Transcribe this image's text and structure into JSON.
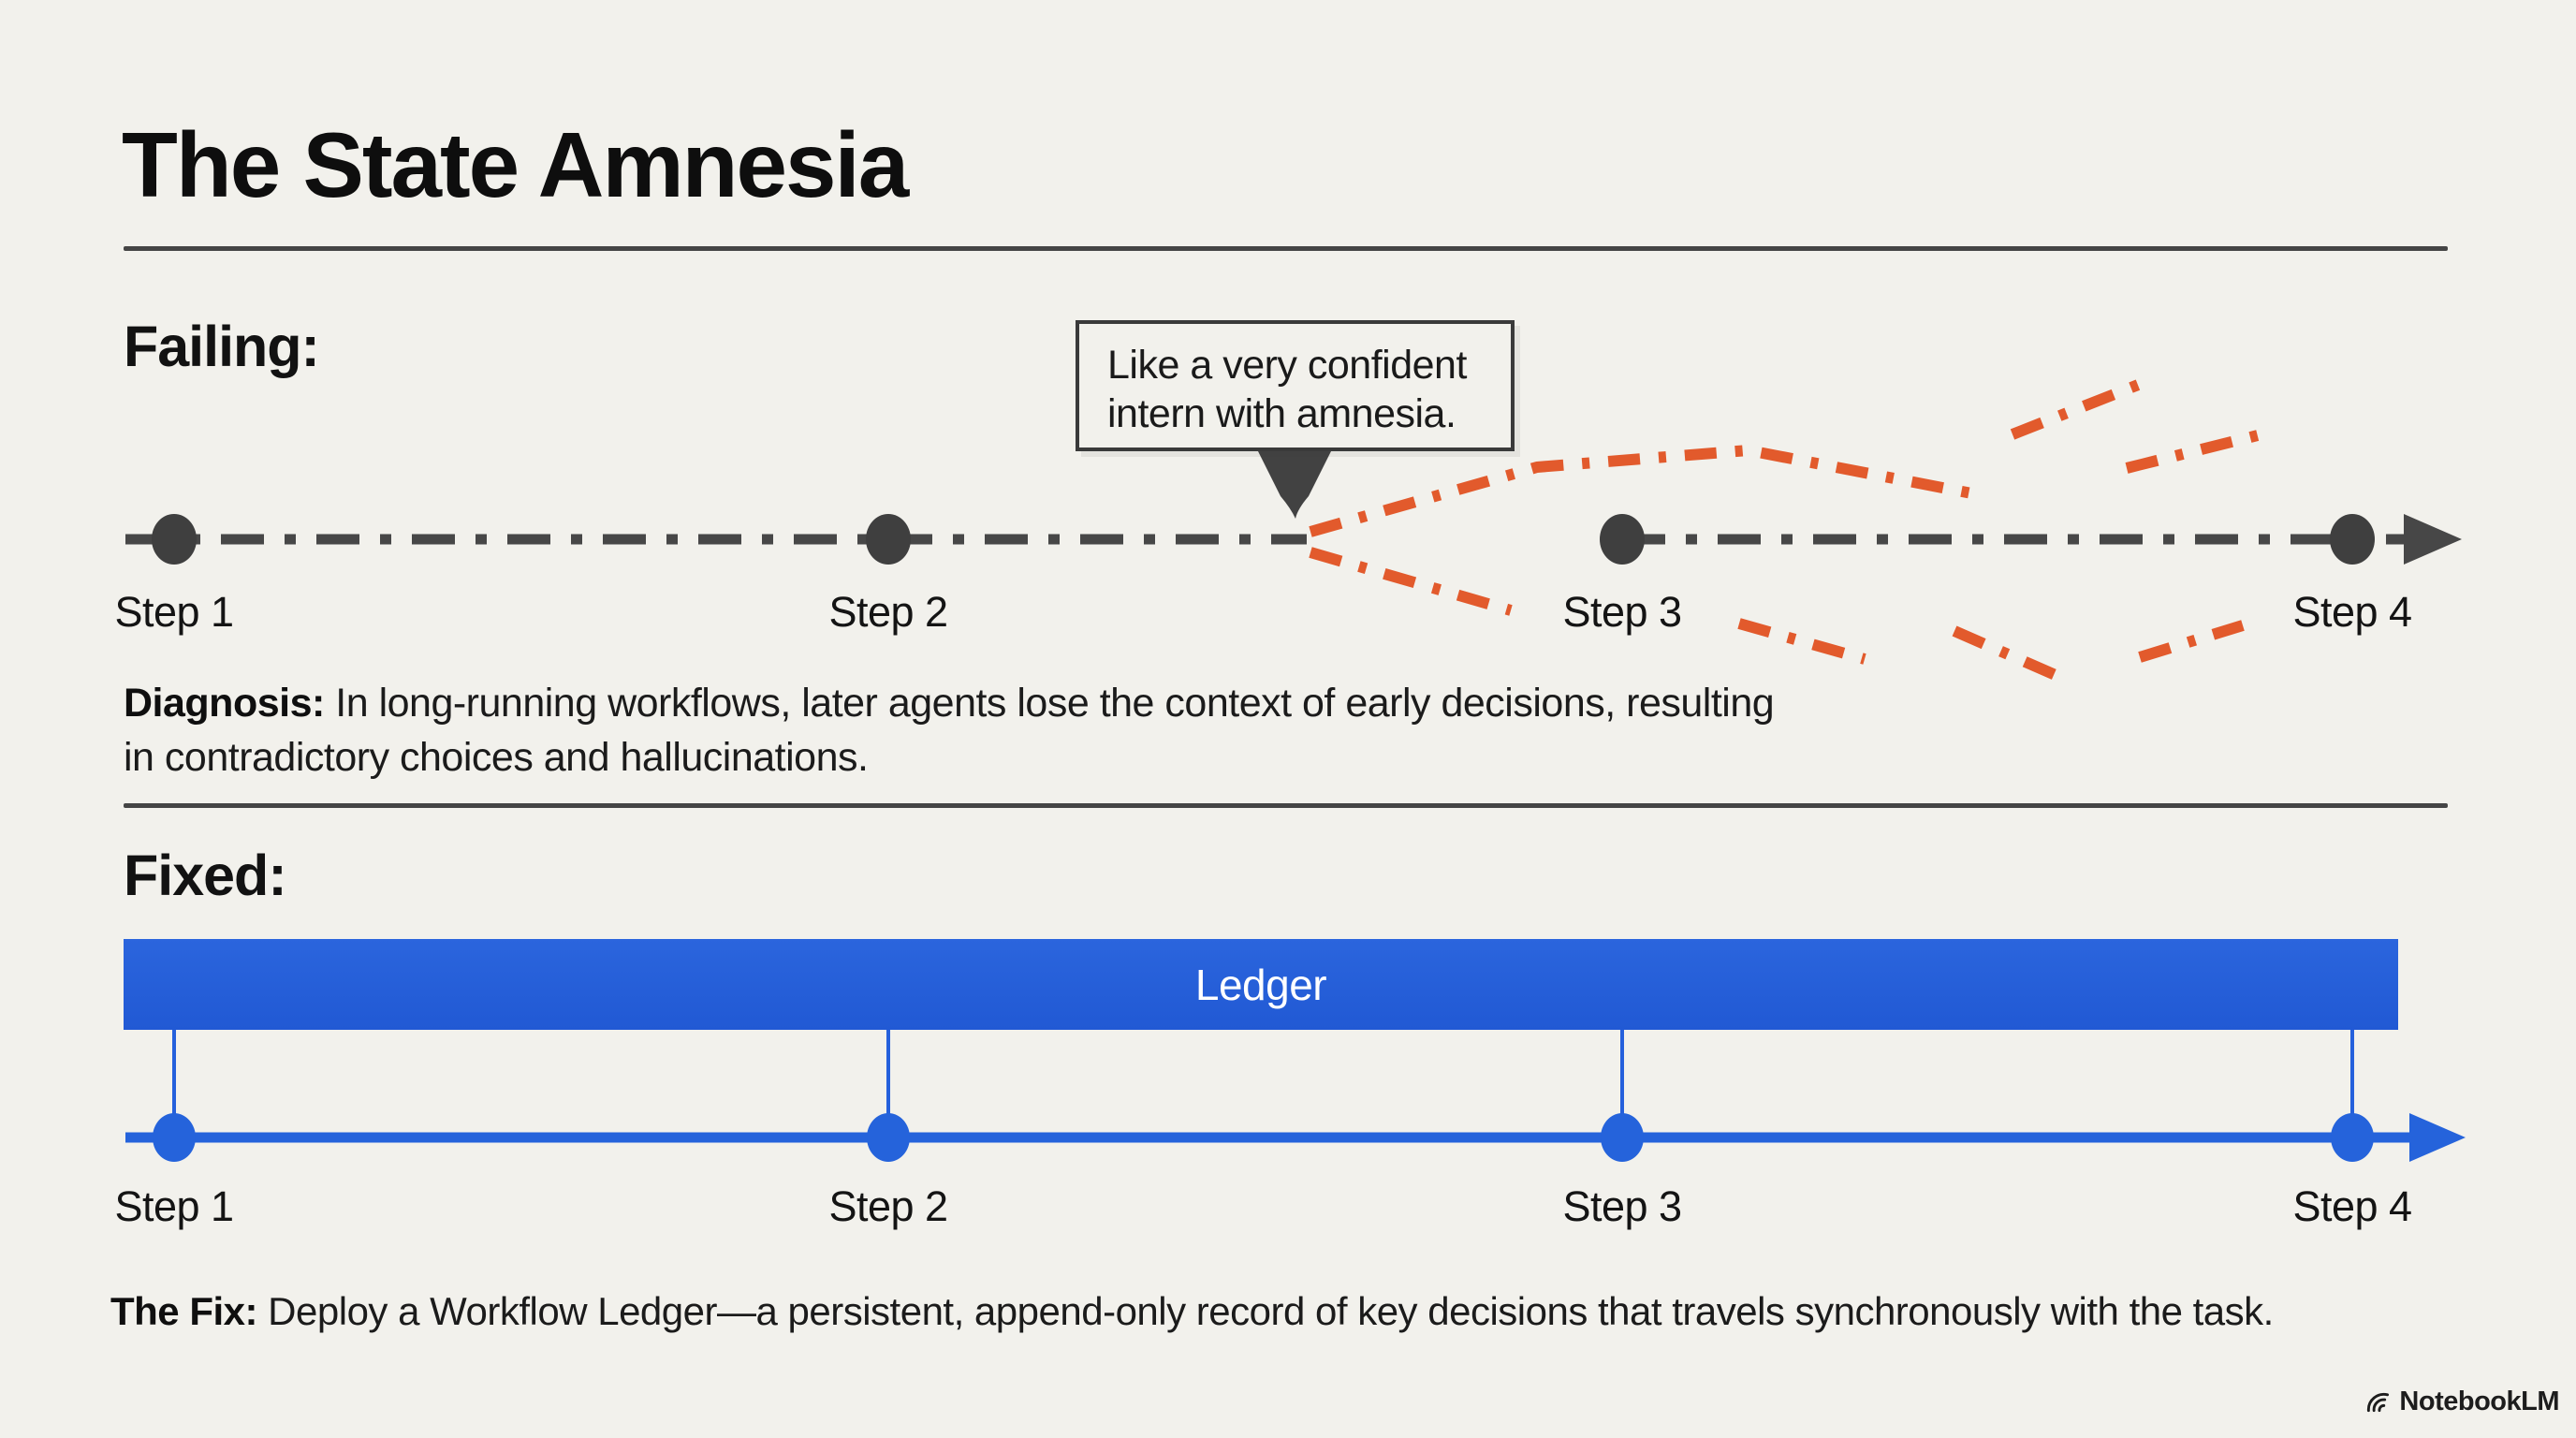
{
  "page": {
    "title": "The State Amnesia"
  },
  "failing": {
    "heading": "Failing:",
    "callout": "Like a very confident intern with amnesia.",
    "steps": [
      "Step 1",
      "Step 2",
      "Step 3",
      "Step 4"
    ],
    "diagnosis_label": "Diagnosis:",
    "diagnosis_text": " In long-running workflows, later agents lose the context of early decisions, resulting in contradictory choices and hallucinations."
  },
  "fixed": {
    "heading": "Fixed:",
    "ledger_label": "Ledger",
    "steps": [
      "Step 1",
      "Step 2",
      "Step 3",
      "Step 4"
    ],
    "fix_label": "The Fix:",
    "fix_text": " Deploy a Workflow Ledger—a persistent, append-only record of key decisions that travels synchronously with the task."
  },
  "branding": {
    "logo_text": "NotebookLM"
  },
  "colors": {
    "background": "#f2f1ec",
    "ink": "#141414",
    "timeline_gray": "#474747",
    "hallucination_orange": "#e25a2c",
    "ledger_blue": "#2563db"
  }
}
